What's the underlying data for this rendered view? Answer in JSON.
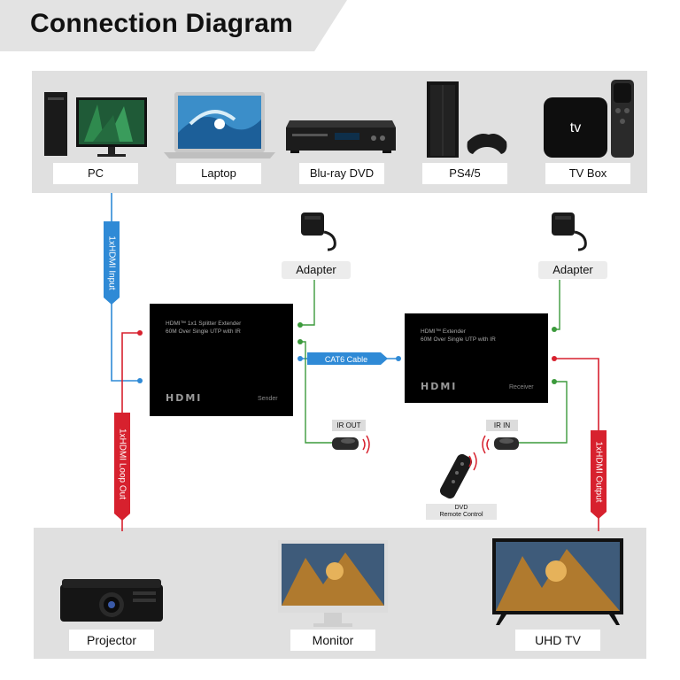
{
  "title": "Connection Diagram",
  "sources": [
    {
      "label": "PC",
      "icon": "pc-icon"
    },
    {
      "label": "Laptop",
      "icon": "laptop-icon"
    },
    {
      "label": "Blu-ray DVD",
      "icon": "bluray-player-icon"
    },
    {
      "label": "PS4/5",
      "icon": "game-console-icon"
    },
    {
      "label": "TV Box",
      "icon": "tv-box-icon"
    }
  ],
  "outputs": [
    {
      "label": "Projector",
      "icon": "projector-icon"
    },
    {
      "label": "Monitor",
      "icon": "monitor-icon"
    },
    {
      "label": "UHD TV",
      "icon": "tv-icon"
    }
  ],
  "adapters": [
    "Adapter",
    "Adapter"
  ],
  "sender": {
    "line1": "HDMI™ 1x1 Splitter Extender",
    "line2": "60M Over Single UTP with IR",
    "logo": "HDMI",
    "role": "Sender"
  },
  "receiver": {
    "line1": "HDMI™ Extender",
    "line2": "60M Over Single UTP with IR",
    "logo": "HDMI",
    "role": "Receiver"
  },
  "cable_labels": {
    "input": "1xHDMI Input",
    "loop_out": "1xHDMI Loop Out",
    "output": "1xHDMI Output",
    "cat6": "CAT6 Cable"
  },
  "ir": {
    "out": "IR OUT",
    "in": "IR IN",
    "remote_line1": "DVD",
    "remote_line2": "Remote Control"
  },
  "colors": {
    "panel_gray": "#e0e0e0",
    "hdmi_in_blue": "#2f8ad6",
    "loop_red": "#d7212e",
    "power_green": "#3c9a3c",
    "device_black": "#000000"
  }
}
